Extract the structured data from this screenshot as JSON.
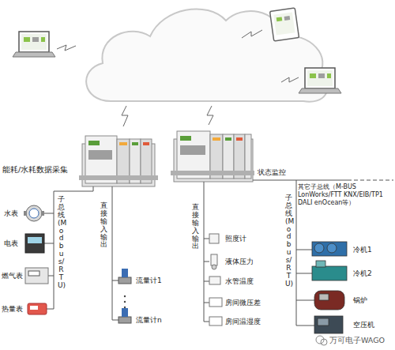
{
  "diagram": {
    "nodes": [
      {
        "text": [
          "水表"
        ]
      },
      {
        "text": [
          "电表"
        ]
      },
      {
        "text": [
          "燃气表"
        ]
      },
      {
        "text": [
          "热量表"
        ]
      },
      {
        "text": [
          "流量计1"
        ]
      },
      {
        "text": [
          "流量计n"
        ]
      },
      {
        "text": [
          "照度计"
        ]
      },
      {
        "text": [
          "液体压力"
        ]
      },
      {
        "text": [
          "水管温度"
        ]
      },
      {
        "text": [
          "房间微压差"
        ]
      },
      {
        "text": [
          "房间温湿度"
        ]
      },
      {
        "text": [
          "冷机1"
        ]
      },
      {
        "text": [
          "冷机2"
        ]
      },
      {
        "text": [
          "锅炉"
        ]
      },
      {
        "text": [
          "空压机"
        ]
      }
    ],
    "labels": [
      "能耗/水耗数据采集",
      "子总线(Modbus/RTU)",
      "直接输入输出",
      "状态监控",
      "其它子总线（M-BUS LonWorks/FTT KNX/EIB/TP1 DALI enOcean等）",
      "直接输入输出",
      "子总线(Modbus/RTU)",
      "万可电子WAGO"
    ]
  }
}
